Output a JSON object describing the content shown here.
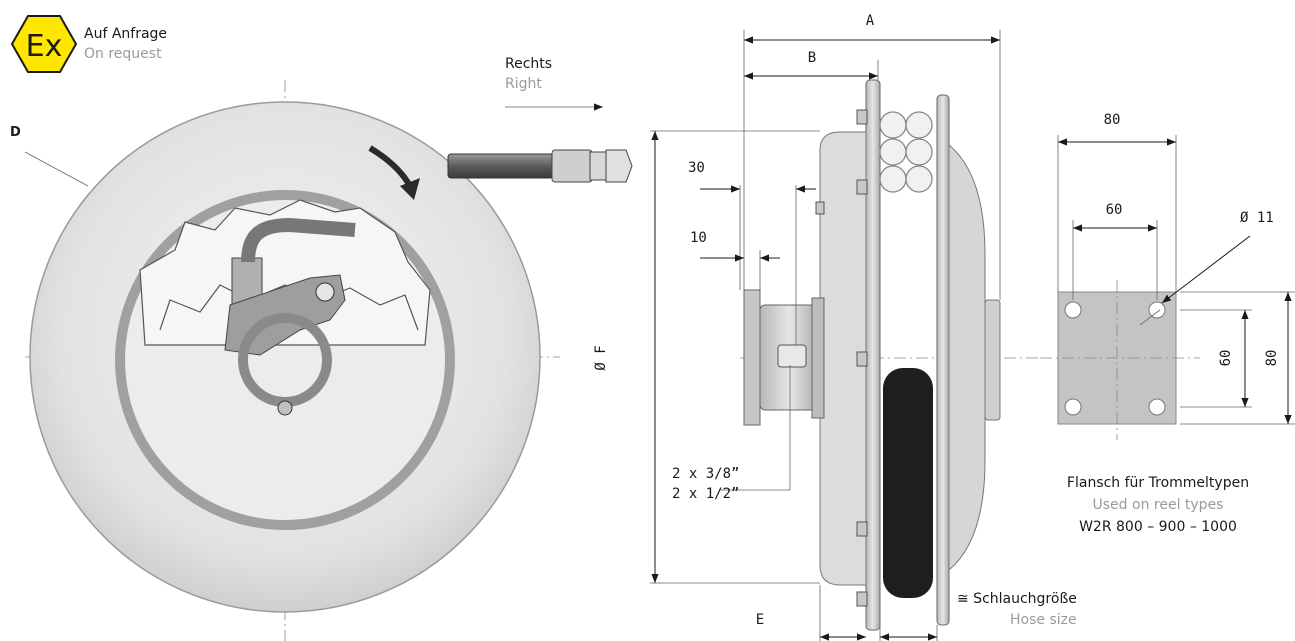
{
  "ex_badge": {
    "symbol": "Ex",
    "label_de": "Auf Anfrage",
    "label_en": "On request",
    "color": "#FFE600"
  },
  "rotation": {
    "label_de": "Rechts",
    "label_en": "Right"
  },
  "dimensions": {
    "A": "A",
    "B": "B",
    "D": "D",
    "E": "E",
    "F": "Ø F",
    "d30": "30",
    "d10": "10",
    "thread_1": "2 x 3/8”",
    "thread_2": "2 x 1/2”"
  },
  "hose": {
    "label_de": "≅ Schlauchgröße",
    "label_en": "Hose size"
  },
  "flange": {
    "w80": "80",
    "w60": "60",
    "hole": "Ø 11",
    "h60": "60",
    "h80": "80",
    "caption_de": "Flansch für Trommeltypen",
    "caption_en": "Used on reel types",
    "models": "W2R 800 – 900 – 1000"
  },
  "colors": {
    "dark_text": "#1a1a1a",
    "gray_text": "#9a9a9a",
    "metal": "#c8c8c8"
  }
}
